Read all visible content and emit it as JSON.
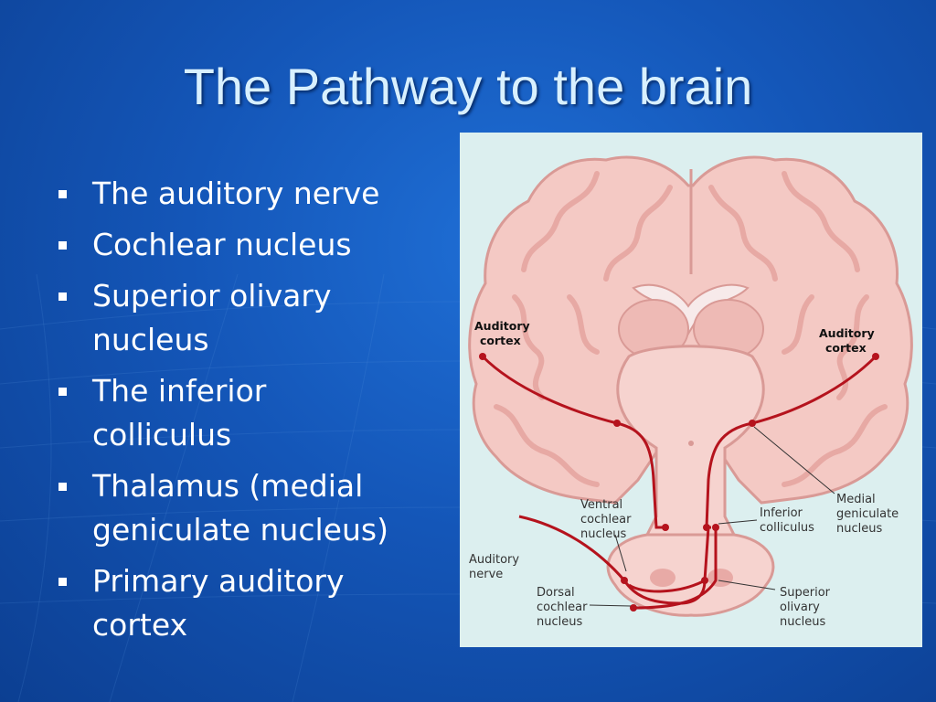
{
  "slide": {
    "title": "The Pathway to the brain",
    "bullets": [
      {
        "lines": [
          "The auditory nerve"
        ]
      },
      {
        "lines": [
          "Cochlear nucleus"
        ]
      },
      {
        "lines": [
          "Superior olivary",
          "nucleus"
        ]
      },
      {
        "lines": [
          "The inferior",
          "colliculus"
        ]
      },
      {
        "lines": [
          "Thalamus (medial",
          "geniculate nucleus)"
        ]
      },
      {
        "lines": [
          "Primary auditory",
          "cortex"
        ]
      }
    ]
  },
  "figure": {
    "labels": {
      "auditory_cortex_left": [
        "Auditory",
        "cortex"
      ],
      "auditory_cortex_right": [
        "Auditory",
        "cortex"
      ],
      "ventral_cochlear": [
        "Ventral",
        "cochlear",
        "nucleus"
      ],
      "inferior_colliculus": [
        "Inferior",
        "colliculus"
      ],
      "medial_geniculate": [
        "Medial",
        "geniculate",
        "nucleus"
      ],
      "auditory_nerve": [
        "Auditory",
        "nerve"
      ],
      "dorsal_cochlear": [
        "Dorsal",
        "cochlear",
        "nucleus"
      ],
      "superior_olivary": [
        "Superior",
        "olivary",
        "nucleus"
      ]
    },
    "colors": {
      "tissue": "#f4c9c4",
      "tissue_dark": "#e8aaa6",
      "outline": "#d99a96",
      "pathway": "#b5131d",
      "background": "#dcefef"
    }
  }
}
